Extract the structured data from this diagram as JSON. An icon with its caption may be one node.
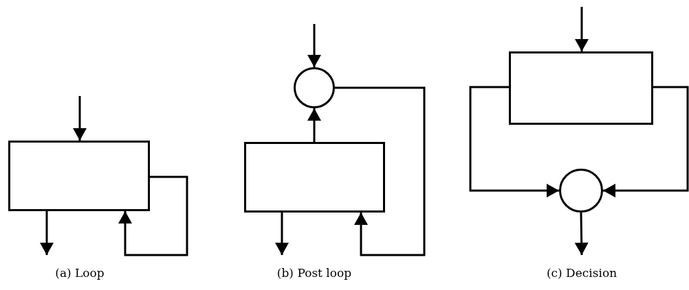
{
  "diagram": {
    "nodes": [
      {
        "text": [],
        "shape": "box"
      },
      {
        "text": [],
        "shape": "box"
      },
      {
        "text": [],
        "shape": "circle"
      },
      {
        "text": [],
        "shape": "box"
      },
      {
        "text": [],
        "shape": "circle"
      }
    ],
    "edges": [
      {
        "from": null,
        "to": 0,
        "arrow": "to"
      },
      {
        "from": 0,
        "to": null,
        "arrow": "to"
      },
      {
        "from": 0,
        "to": 0,
        "arrow": "to"
      },
      {
        "from": null,
        "to": 2,
        "arrow": "to"
      },
      {
        "from": 1,
        "to": 2,
        "arrow": "to"
      },
      {
        "from": 2,
        "to": 1,
        "arrow": "to"
      },
      {
        "from": 1,
        "to": null,
        "arrow": "to"
      },
      {
        "from": null,
        "to": 3,
        "arrow": "to"
      },
      {
        "from": 3,
        "to": 4,
        "arrow": "to"
      },
      {
        "from": 3,
        "to": 4,
        "arrow": "to"
      },
      {
        "from": 4,
        "to": null,
        "arrow": "to"
      }
    ],
    "labels": [
      "(a) Loop",
      "(b) Post loop",
      "(c) Decision"
    ]
  }
}
